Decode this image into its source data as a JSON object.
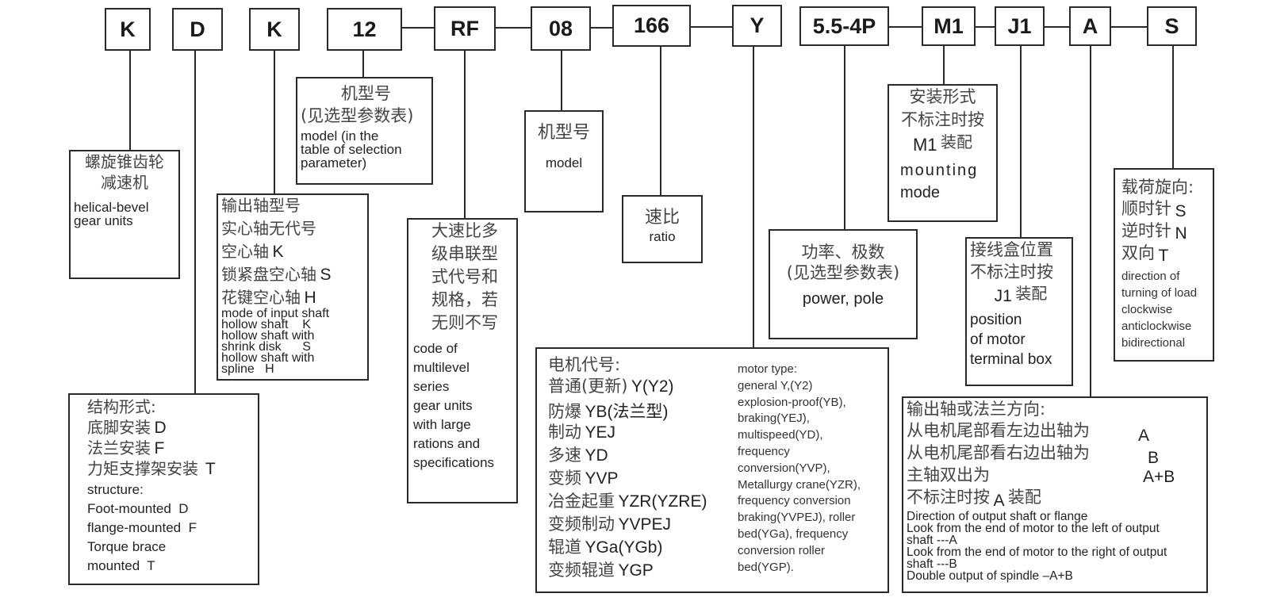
{
  "codes": [
    "K",
    "D",
    "K",
    "12",
    "RF",
    "08",
    "166",
    "Y",
    "5.5-4P",
    "M1",
    "J1",
    "A",
    "S"
  ],
  "box_type": {
    "zh": [
      "螺旋锥齿轮",
      "减速机"
    ],
    "en": [
      "helical-bevel",
      "gear units"
    ]
  },
  "box_structure": {
    "zh_title": "结构形式:",
    "zh_items": [
      {
        "zh": "底脚安装",
        "code": "D"
      },
      {
        "zh": "法兰安装",
        "code": "F"
      },
      {
        "zh": "力矩支撑架安装",
        "code": "T"
      }
    ],
    "en": [
      "structure:",
      "Foot-mounted  D",
      "flange-mounted  F",
      "Torque brace",
      "mounted  T"
    ]
  },
  "box_shaft": {
    "zh_items": [
      {
        "zh": "输出轴型号",
        "code": ""
      },
      {
        "zh": "实心轴无代号",
        "code": ""
      },
      {
        "zh": "空心轴",
        "code": "K"
      },
      {
        "zh": "锁紧盘空心轴",
        "code": "S"
      },
      {
        "zh": "花键空心轴",
        "code": "H"
      }
    ],
    "en": [
      "mode of input shaft",
      "hollow shaft    K",
      "hollow shaft with",
      "shrink disk      S",
      "hollow shaft with",
      "spline   H"
    ]
  },
  "box_size": {
    "zh": [
      "机型号",
      "(见选型参数表)"
    ],
    "en": [
      "model (in the",
      "table of selection",
      "parameter)"
    ]
  },
  "box_multilevel": {
    "zh": [
      "大速比多",
      "级串联型",
      "式代号和",
      "规格，若",
      "无则不写"
    ],
    "en": [
      "code of",
      "multilevel",
      "series",
      "gear units",
      "with large",
      "rations and",
      "specifications"
    ]
  },
  "box_model": {
    "zh": "机型号",
    "en": "model"
  },
  "box_ratio": {
    "zh": "速比",
    "en": "ratio"
  },
  "box_motor": {
    "zh_title": "电机代号:",
    "zh_items": [
      {
        "zh": "普通(更新)",
        "code": "Y(Y2)"
      },
      {
        "zh": "防爆",
        "code": "YB(法兰型)"
      },
      {
        "zh": "制动",
        "code": "YEJ"
      },
      {
        "zh": "多速",
        "code": "YD"
      },
      {
        "zh": "变频",
        "code": "YVP"
      },
      {
        "zh": "冶金起重",
        "code": "YZR(YZRE)"
      },
      {
        "zh": "变频制动",
        "code": "YVPEJ"
      },
      {
        "zh": "辊道",
        "code": "YGa(YGb)"
      },
      {
        "zh": "变频辊道",
        "code": "YGP"
      }
    ],
    "en": [
      "motor type:",
      "general Y,(Y2)",
      "explosion-proof(YB),",
      "braking(YEJ),",
      "multispeed(YD),",
      "frequency",
      "conversion(YVP),",
      "Metallurgy crane(YZR),",
      "frequency conversion",
      "braking(YVPEJ), roller",
      "bed(YGa), frequency",
      "conversion roller",
      "bed(YGP)."
    ]
  },
  "box_power": {
    "zh": [
      "功率、极数",
      "(见选型参数表)"
    ],
    "en": "power, pole"
  },
  "box_mounting": {
    "zh": [
      "安装形式",
      "不标注时按"
    ],
    "default_code": "M1",
    "zh_suffix": "装配",
    "en": [
      "mounting",
      "mode"
    ]
  },
  "box_terminal": {
    "zh": [
      "接线盒位置",
      "不标注时按"
    ],
    "default_code": "J1",
    "zh_suffix": "装配",
    "en": [
      "position",
      "of motor",
      "terminal box"
    ]
  },
  "box_direction": {
    "zh_title": "输出轴或法兰方向:",
    "zh_items": [
      {
        "zh": "从电机尾部看左边出轴为",
        "code": "A"
      },
      {
        "zh": "从电机尾部看右边出轴为",
        "code": "B"
      },
      {
        "zh": "主轴双出为",
        "code": "A+B"
      }
    ],
    "default_prefix": "不标注时按",
    "default_code": "A",
    "default_suffix": "装配",
    "en": [
      "Direction of output shaft or flange",
      "Look from the end of motor to the left of output",
      "shaft ---A",
      "Look from the end of motor to the right of output",
      "shaft ---B",
      "Double output of spindle –A+B"
    ]
  },
  "box_load": {
    "zh_title": "载荷旋向:",
    "zh_items": [
      {
        "zh": "顺时针",
        "code": "S"
      },
      {
        "zh": "逆时针",
        "code": "N"
      },
      {
        "zh": "双向",
        "code": "T"
      }
    ],
    "en": [
      "direction of",
      "turning of load",
      "clockwise",
      "anticlockwise",
      "bidirectional"
    ]
  }
}
